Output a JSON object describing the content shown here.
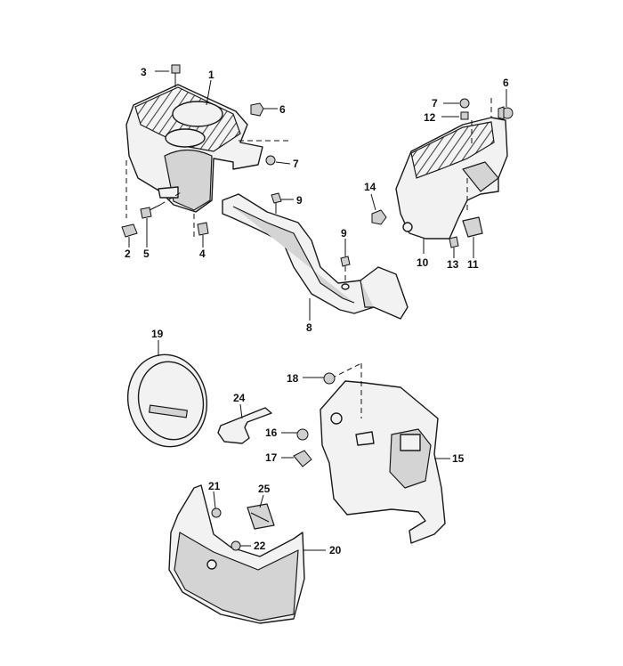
{
  "callouts": {
    "p1": "1",
    "p2": "2",
    "p3": "3",
    "p4": "4",
    "p5": "5",
    "p6a": "6",
    "p6b": "6",
    "p7a": "7",
    "p7b": "7",
    "p8": "8",
    "p9a": "9",
    "p9b": "9",
    "p10": "10",
    "p11": "11",
    "p12": "12",
    "p13": "13",
    "p14": "14",
    "p15": "15",
    "p16": "16",
    "p17": "17",
    "p18": "18",
    "p19": "19",
    "p20": "20",
    "p21": "21",
    "p22": "22",
    "p24": "24",
    "p25": "25"
  }
}
